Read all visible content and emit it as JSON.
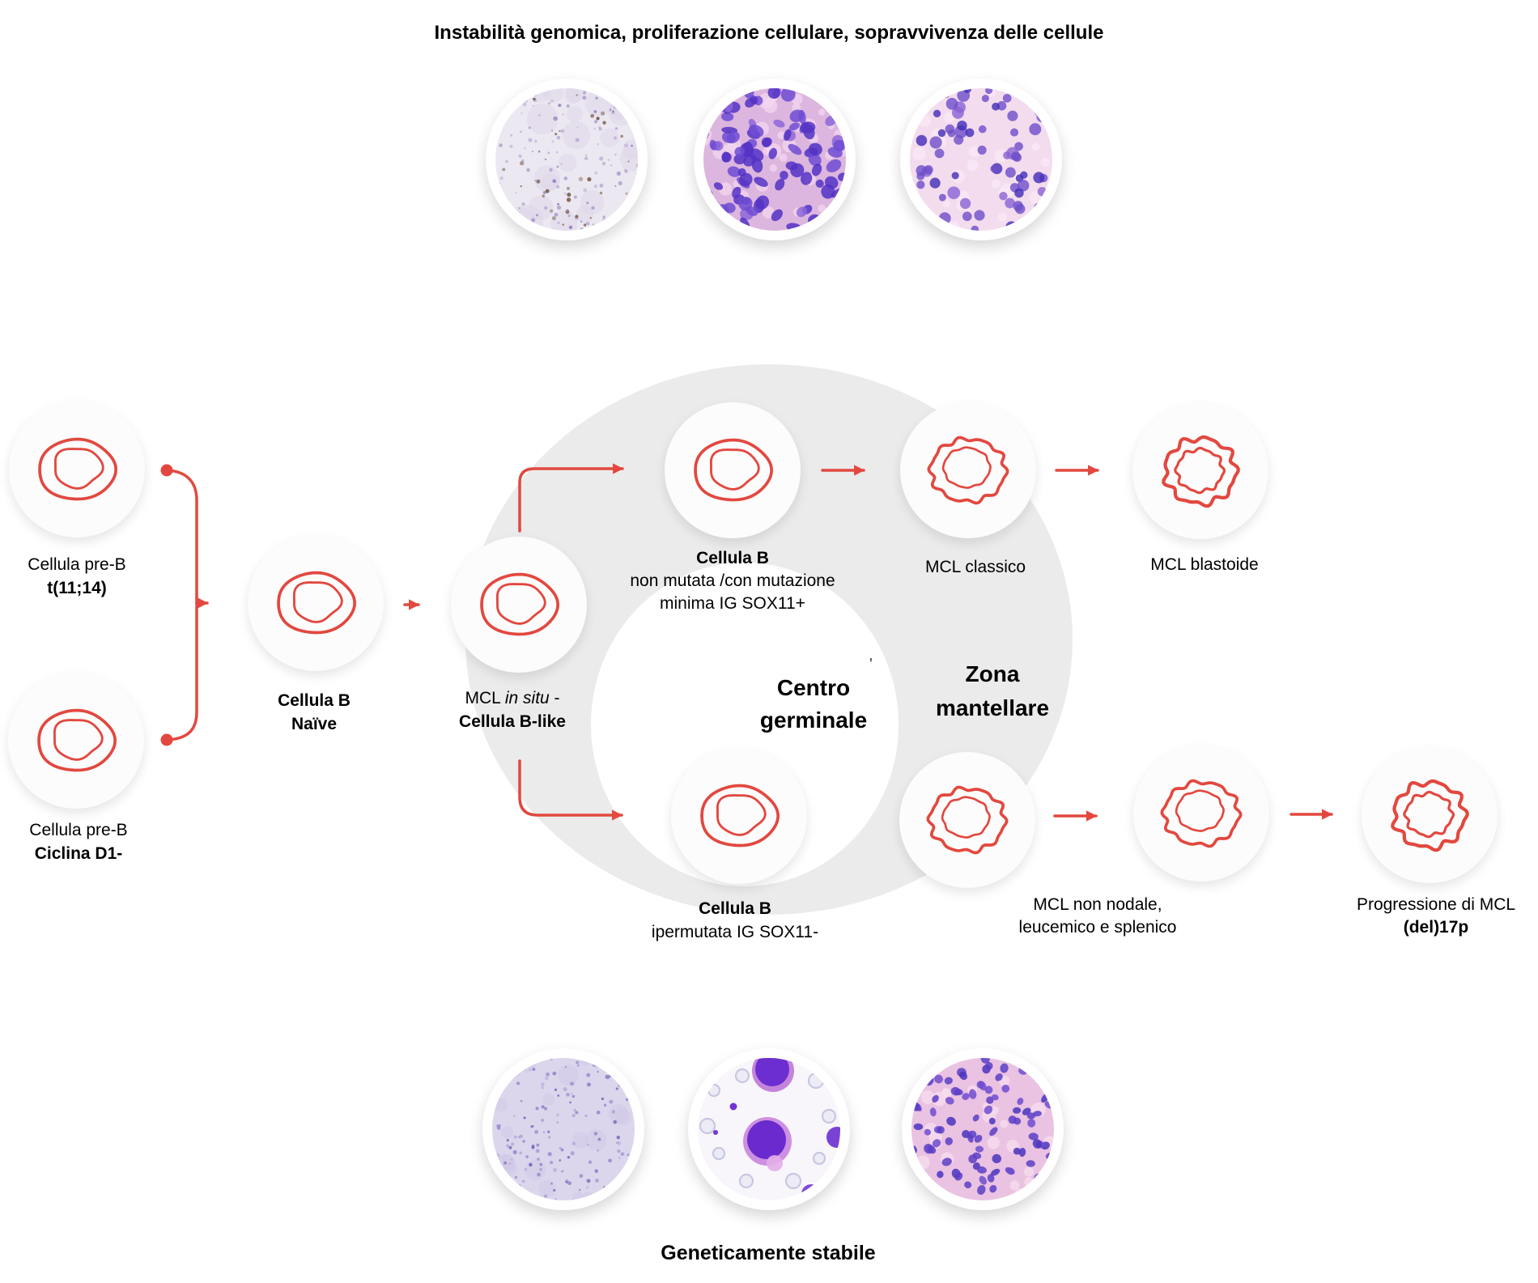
{
  "title": "Instabilità genomica, proliferazione cellulare, sopravvivenza delle cellule",
  "footer_caption": "Geneticamente stabile",
  "regions": {
    "germinal_center": {
      "line1": "Centro",
      "line2": "germinale"
    },
    "mantle_zone": {
      "line1": "Zona",
      "line2": "mantellare"
    },
    "tick_mark": "'"
  },
  "nodes": {
    "pre_b_t1114": {
      "line1": "Cellula pre-B",
      "line2": "t(11;14)"
    },
    "pre_b_ciclina": {
      "line1": "Cellula pre-B",
      "line2": "Ciclina D1-"
    },
    "b_naive": {
      "line1": "Cellula B",
      "line2": "Naïve"
    },
    "mcl_in_situ": {
      "line1_prefix": "MCL ",
      "line1_italic": "in situ",
      "line1_suffix": " -",
      "line2": "Cellula B-like"
    },
    "b_non_mutata": {
      "line1": "Cellula B",
      "line2": "non mutata /con mutazione",
      "line3": "minima IG SOX11+"
    },
    "mcl_classico": {
      "line1": "MCL classico"
    },
    "mcl_blastoide": {
      "line1": "MCL blastoide"
    },
    "b_ipermutata": {
      "line1": "Cellula B",
      "line2": "ipermutata IG SOX11-"
    },
    "mcl_non_nodale": {
      "line1": "MCL non nodale,",
      "line2": "leucemico e splenico"
    },
    "progressione_mcl": {
      "line1": "Progressione di MCL",
      "line2": "(del)17p"
    }
  },
  "icons": {
    "smooth_b_cell": "red outlined oval cell with inner nucleus",
    "wavy_mcl_cell": "red cell with scalloped membrane and smooth nucleus",
    "blastoid_mcl_cell": "red cell with irregular wavy membrane and wavy nucleus"
  },
  "photos": {
    "top": [
      "ihc-pale-stain",
      "dense-purple-cells",
      "dense-pink-cells"
    ],
    "bottom": [
      "pale-dotted-stain",
      "blood-smear",
      "dense-he-cells"
    ]
  },
  "colors": {
    "accent_red": "#e2483f",
    "region_gray": "#ebebeb",
    "text": "#000000"
  }
}
